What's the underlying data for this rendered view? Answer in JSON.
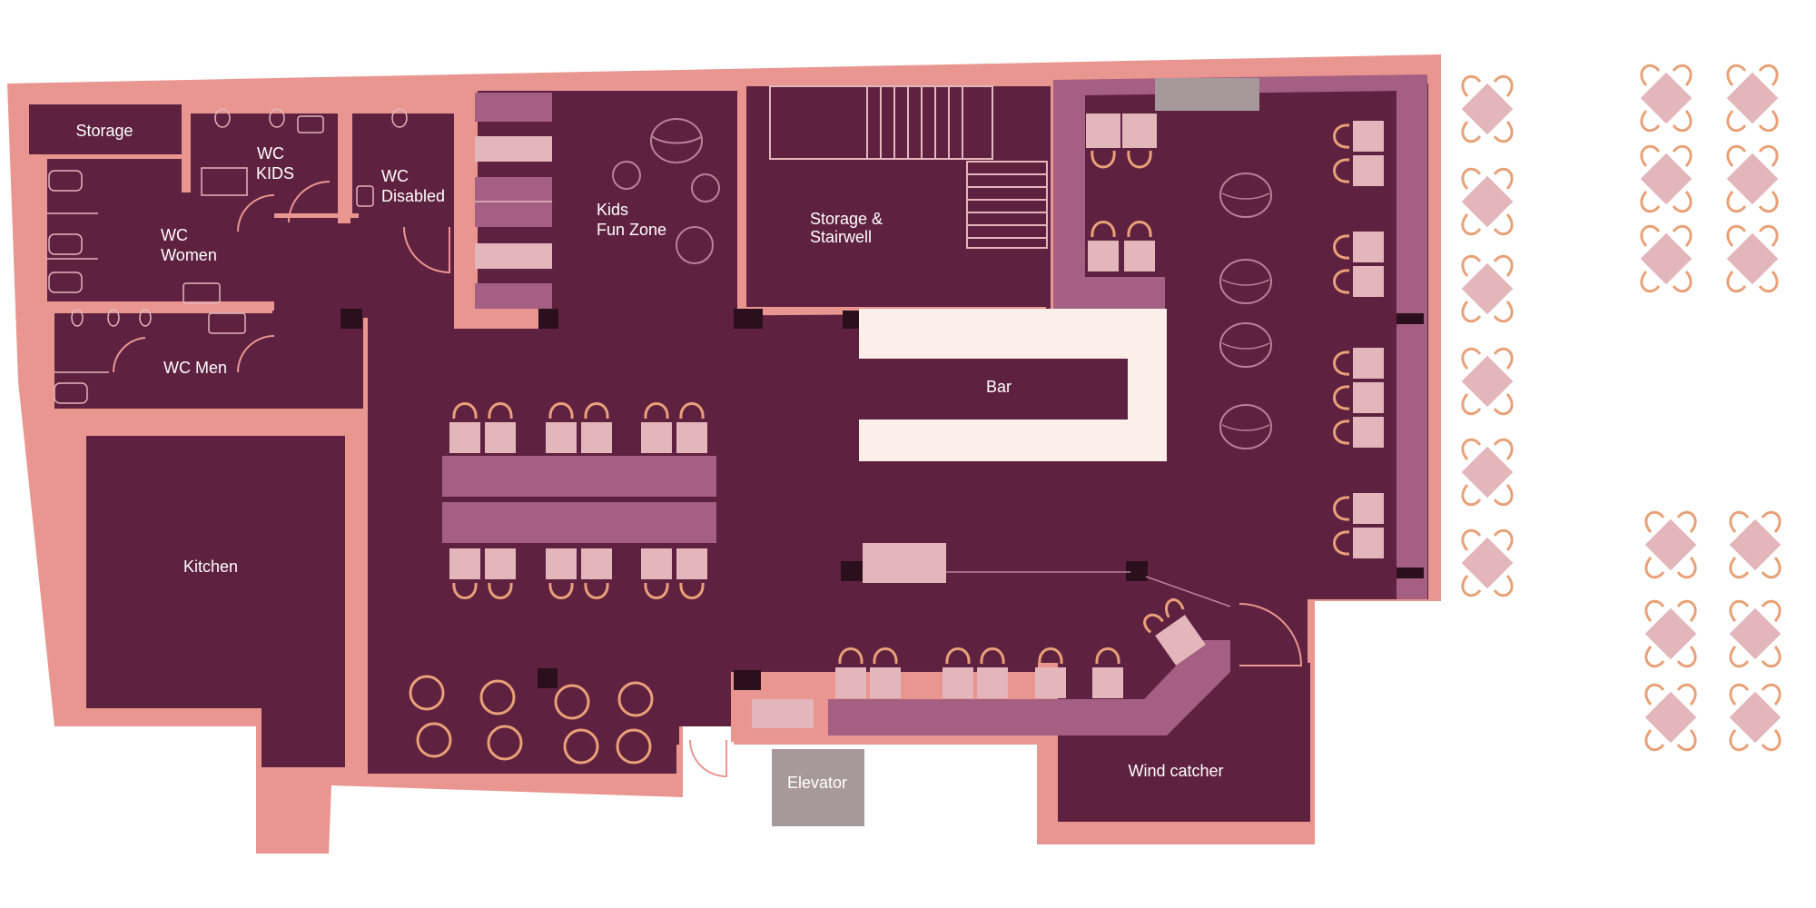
{
  "colors": {
    "wall": "#e8968f",
    "floor": "#5f2140",
    "furniture_light": "#e3b6bb",
    "furniture_mid": "#a45f82",
    "bar_top": "#fcefea",
    "chair_line": "#e8a178",
    "outline_light": "#b9829c",
    "elevator": "#a7989c",
    "post": "#2c0f1d"
  },
  "rooms": {
    "storage": "Storage",
    "wc_kids": [
      "WC",
      "KIDS"
    ],
    "wc_disabled": [
      "WC",
      "Disabled"
    ],
    "wc_women": [
      "WC",
      "Women"
    ],
    "wc_men": "WC Men",
    "kids_zone": [
      "Kids",
      "Fun Zone"
    ],
    "stairwell": [
      "Storage &",
      "Stairwell"
    ],
    "bar": "Bar",
    "kitchen": "Kitchen",
    "elevator": "Elevator",
    "wind_catcher": "Wind catcher"
  }
}
